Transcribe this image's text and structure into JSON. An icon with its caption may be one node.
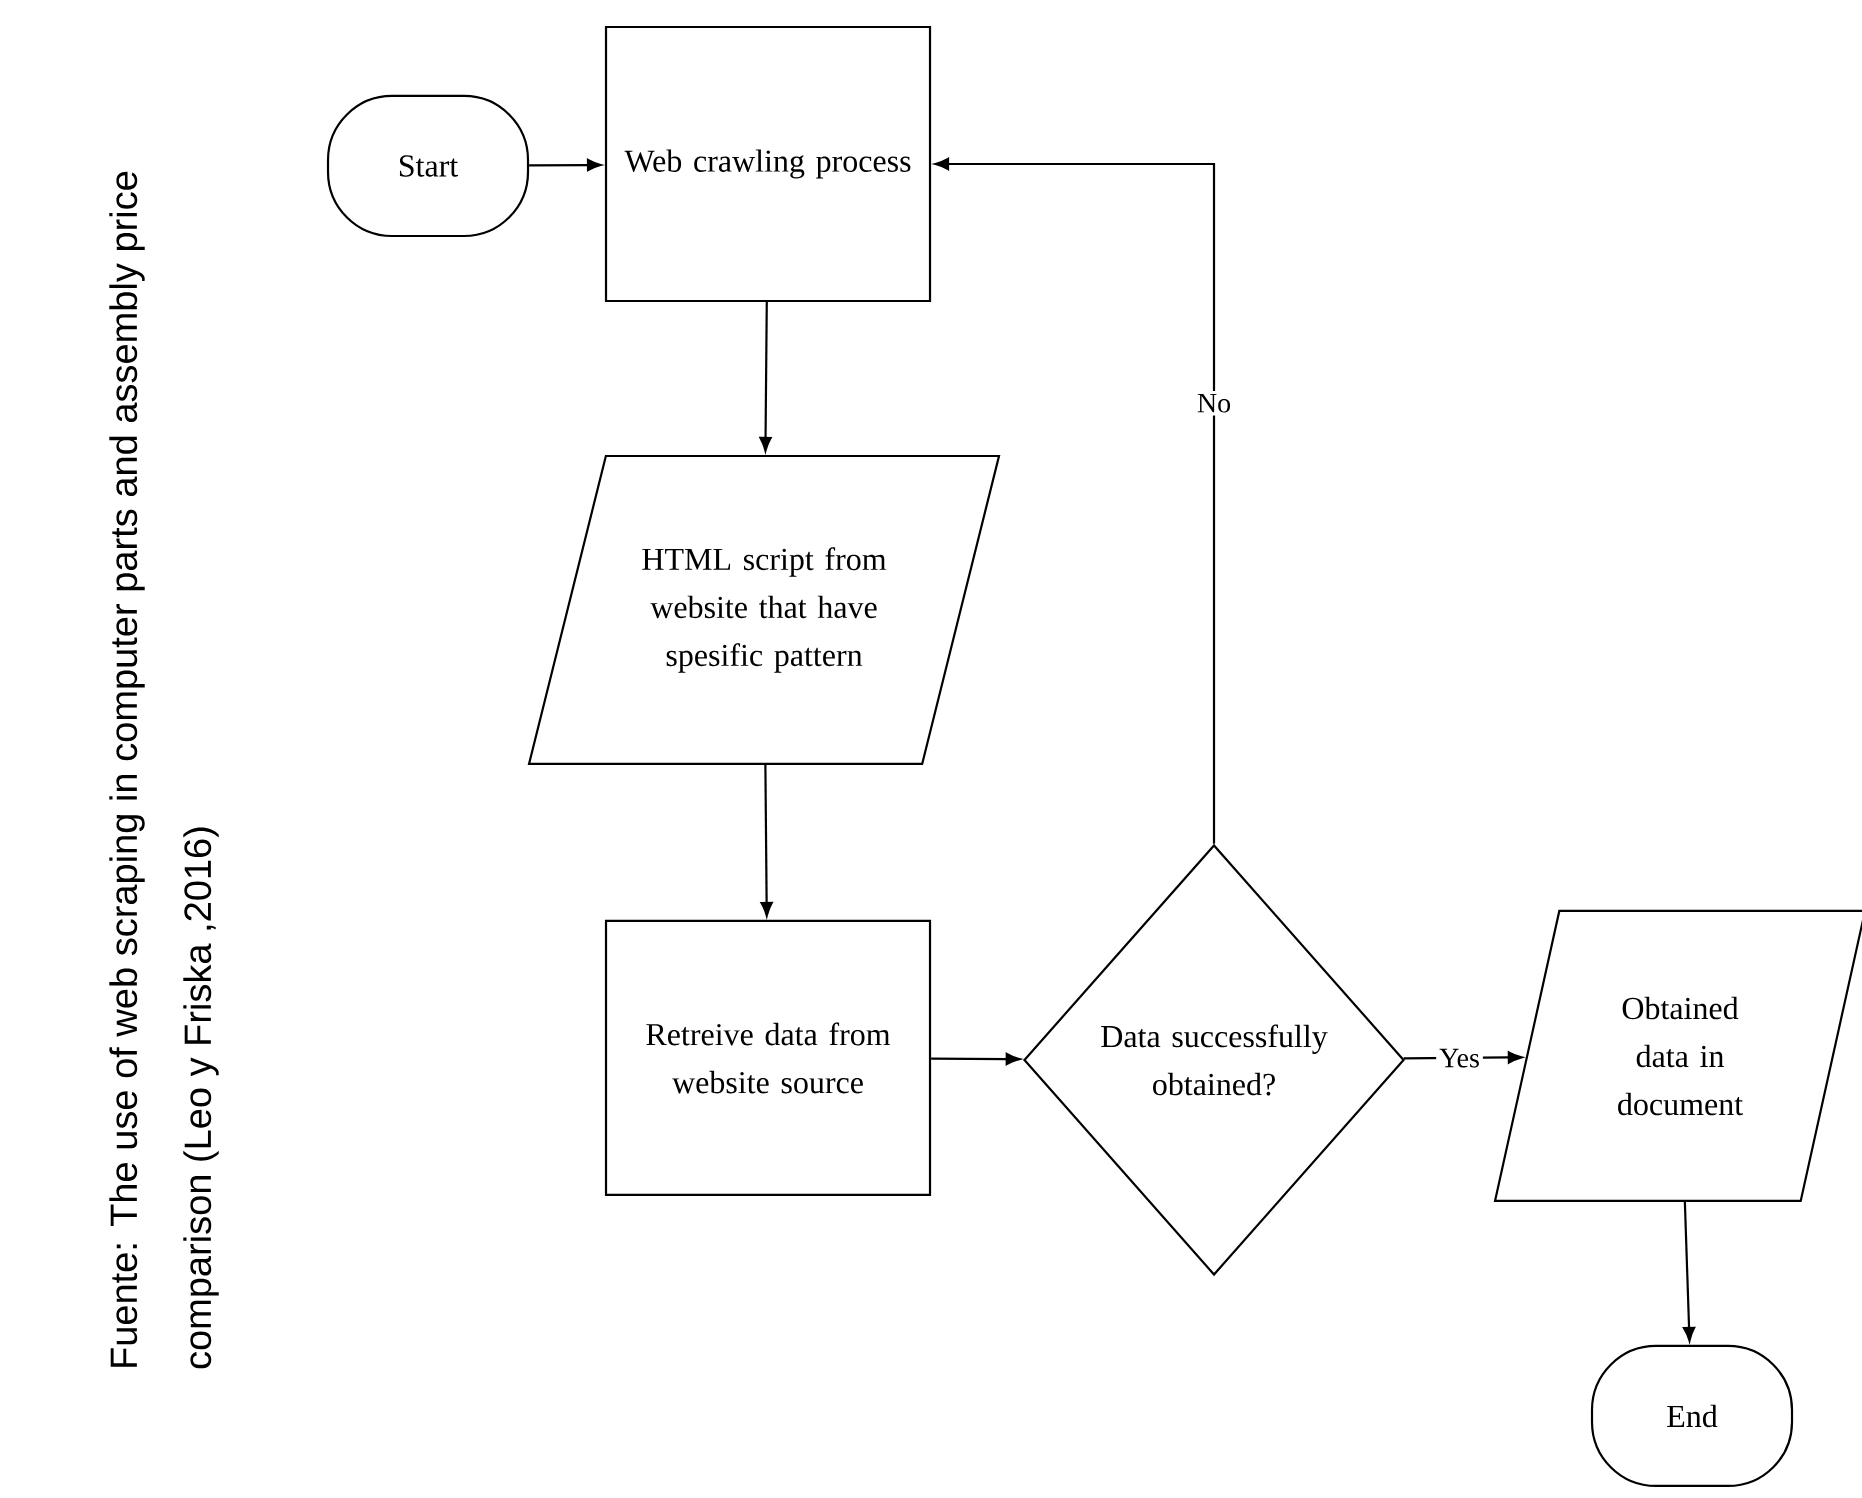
{
  "diagram": {
    "caption": "Fuente: The use of web scraping in computer parts and assembly price comparison (Leo y Friska ,2016)",
    "nodes": [
      {
        "text": [
          "Start"
        ]
      },
      {
        "text": [
          "Web crawling process"
        ]
      },
      {
        "text": [
          "HTML script from website that have spesific pattern"
        ]
      },
      {
        "text": [
          "Retreive data from website source"
        ]
      },
      {
        "text": [
          "Data successfully obtained?"
        ]
      },
      {
        "text": [
          "Obtained data in document"
        ]
      },
      {
        "text": [
          "End"
        ]
      }
    ],
    "edges": [
      {
        "from": 0,
        "to": 1,
        "arrow": "to"
      },
      {
        "from": 1,
        "to": 2,
        "arrow": "to"
      },
      {
        "from": 2,
        "to": 3,
        "arrow": "to"
      },
      {
        "from": 3,
        "to": 4,
        "arrow": "to"
      },
      {
        "from": 4,
        "to": 5,
        "arrow": "to",
        "label": "Yes"
      },
      {
        "from": 4,
        "to": 1,
        "arrow": "to",
        "label": "No"
      },
      {
        "from": 5,
        "to": 6,
        "arrow": "to"
      }
    ]
  }
}
